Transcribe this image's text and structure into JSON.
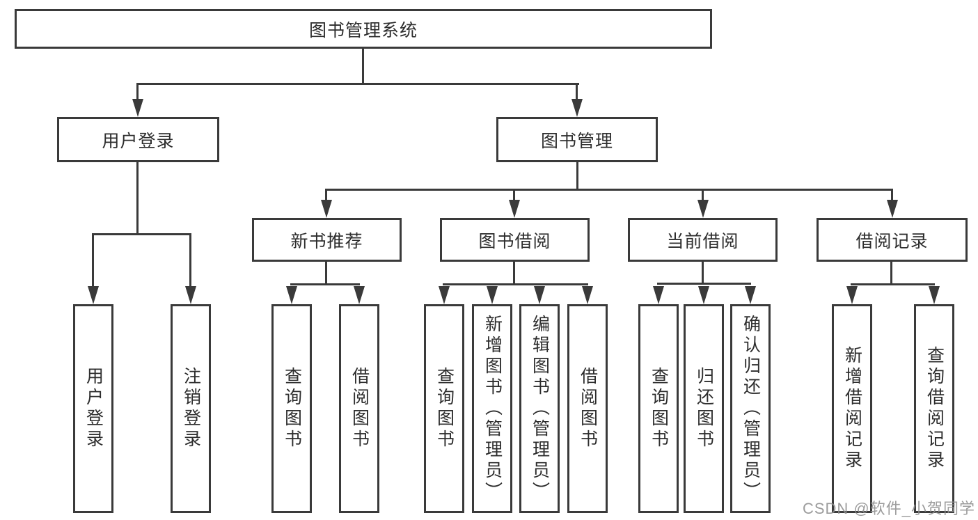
{
  "root": {
    "label": "图书管理系统"
  },
  "level2": [
    {
      "label": "用户登录"
    },
    {
      "label": "图书管理"
    }
  ],
  "level3": [
    {
      "label": "新书推荐"
    },
    {
      "label": "图书借阅"
    },
    {
      "label": "当前借阅"
    },
    {
      "label": "借阅记录"
    }
  ],
  "leaves": [
    {
      "label": "用户登录"
    },
    {
      "label": "注销登录"
    },
    {
      "label": "查询图书"
    },
    {
      "label": "借阅图书"
    },
    {
      "label": "查询图书"
    },
    {
      "label": "新增图书（管理员）"
    },
    {
      "label": "编辑图书（管理员）"
    },
    {
      "label": "借阅图书"
    },
    {
      "label": "查询图书"
    },
    {
      "label": "归还图书"
    },
    {
      "label": "确认归还（管理员）"
    },
    {
      "label": "新增借阅记录"
    },
    {
      "label": "查询借阅记录"
    }
  ],
  "watermark": "CSDN @软件_小贺同学",
  "colors": {
    "line": "#3a3a3a",
    "text": "#2d2d2d",
    "watermark": "#8f8f8f",
    "background": "#ffffff"
  }
}
